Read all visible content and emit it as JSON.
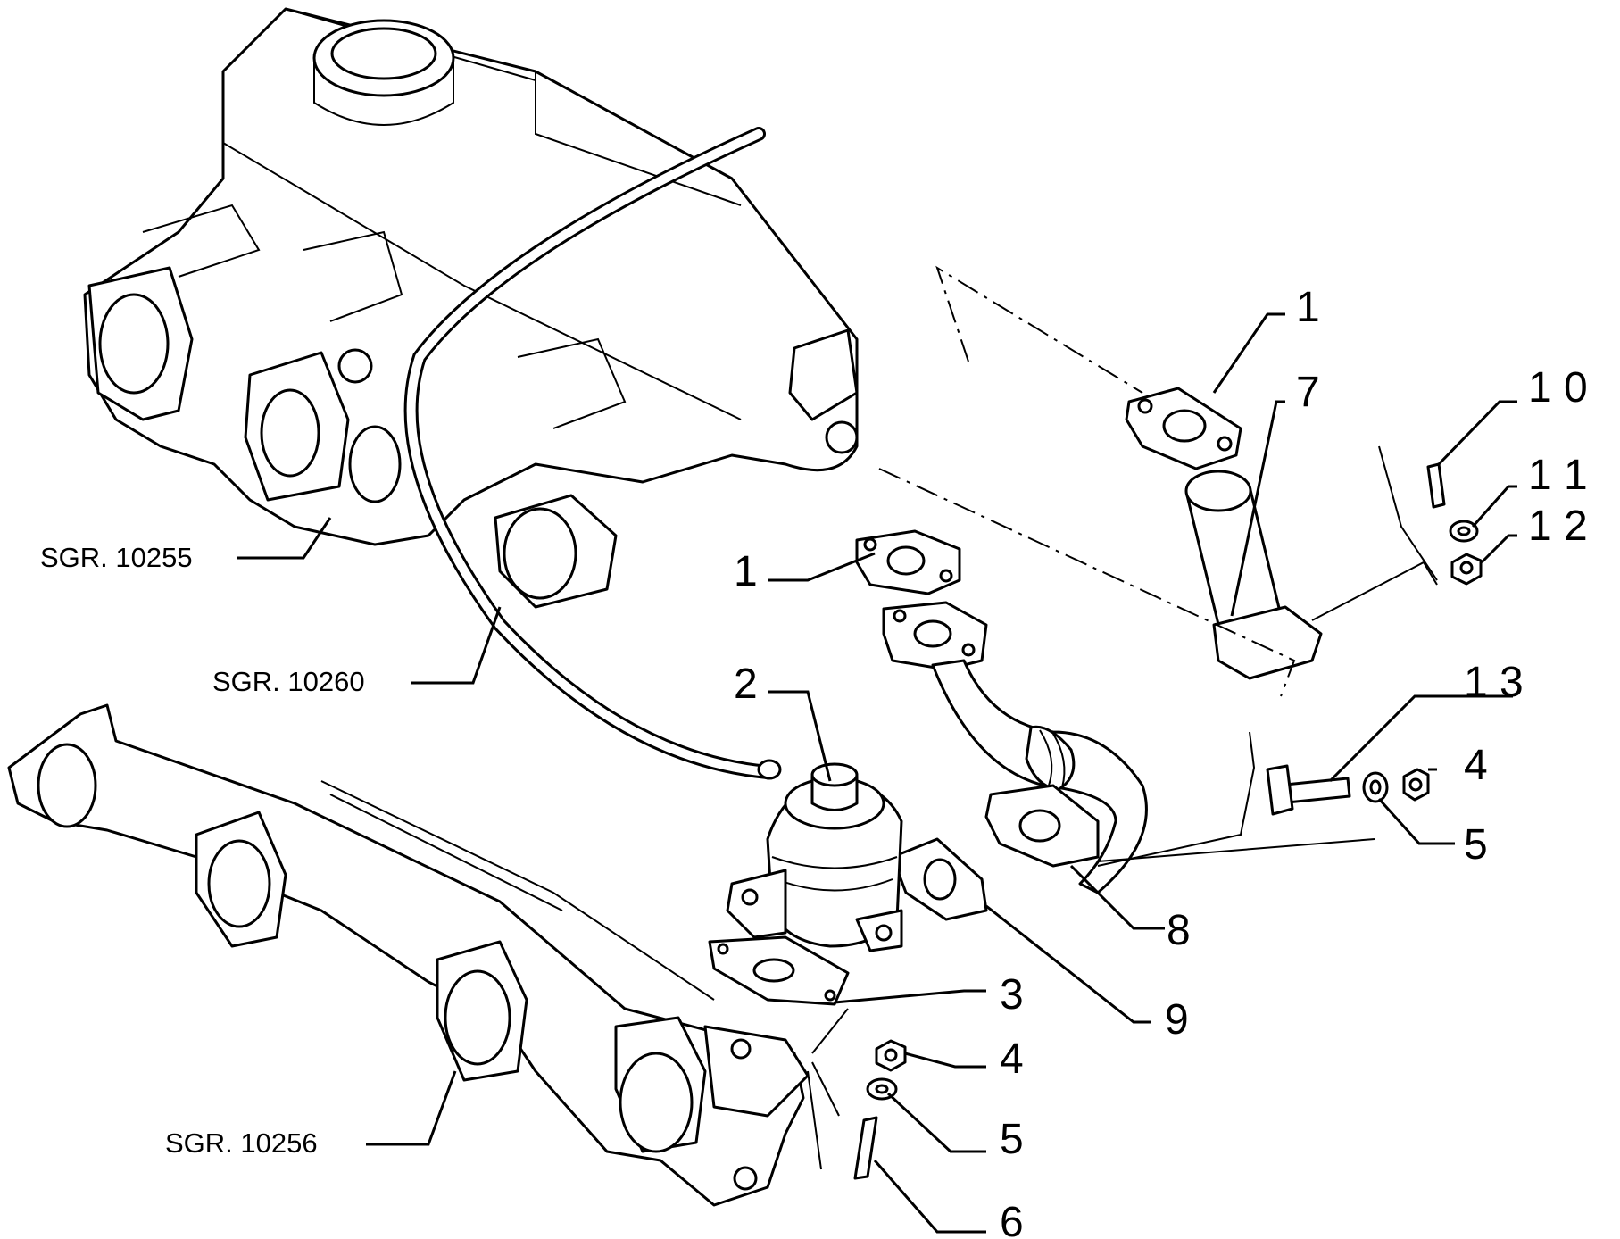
{
  "diagram": {
    "callouts": {
      "c1a": "1",
      "c1b": "1",
      "c2": "2",
      "c3": "3",
      "c4a": "4",
      "c4b": "4",
      "c5a": "5",
      "c5b": "5",
      "c6": "6",
      "c7": "7",
      "c8": "8",
      "c9": "9",
      "c10": "1 0",
      "c11": "1 1",
      "c12": "1 2",
      "c13": "1 3"
    },
    "group_refs": {
      "sgr10255": "SGR. 10255",
      "sgr10260": "SGR. 10260",
      "sgr10256": "SGR. 10256"
    }
  }
}
